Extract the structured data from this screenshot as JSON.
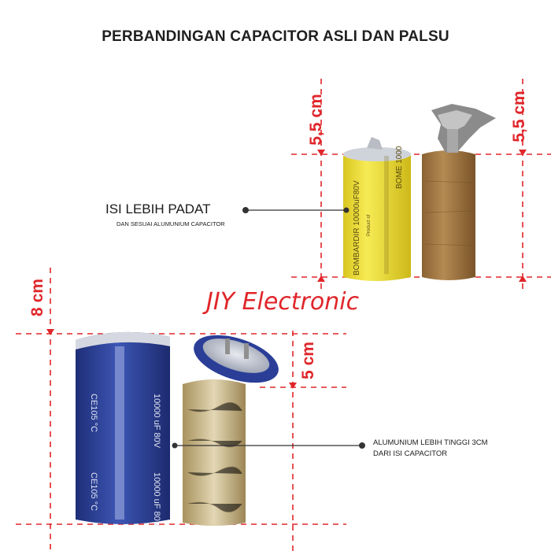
{
  "title": "PERBANDINGAN CAPACITOR ASLI DAN PALSU",
  "callout_top": {
    "main": "ISI LEBIH PADAT",
    "sub": "DAN SESUAI ALUMUNIUM CAPACITOR"
  },
  "callout_bottom": {
    "line1": "ALUMUNIUM LEBIH TINGGI 3CM",
    "line2": "DARI ISI CAPACITOR"
  },
  "watermark": "JIY Electronic",
  "measurements": {
    "top_left": "5,5 cm",
    "top_right": "5,5 cm",
    "bottom_left": "8 cm",
    "bottom_middle": "5 cm"
  },
  "colors": {
    "accent_red": "#e0262a",
    "yellow_cap": "#f2e23a",
    "blue_cap": "#2b3f95",
    "brown_core": "#a07a45"
  }
}
